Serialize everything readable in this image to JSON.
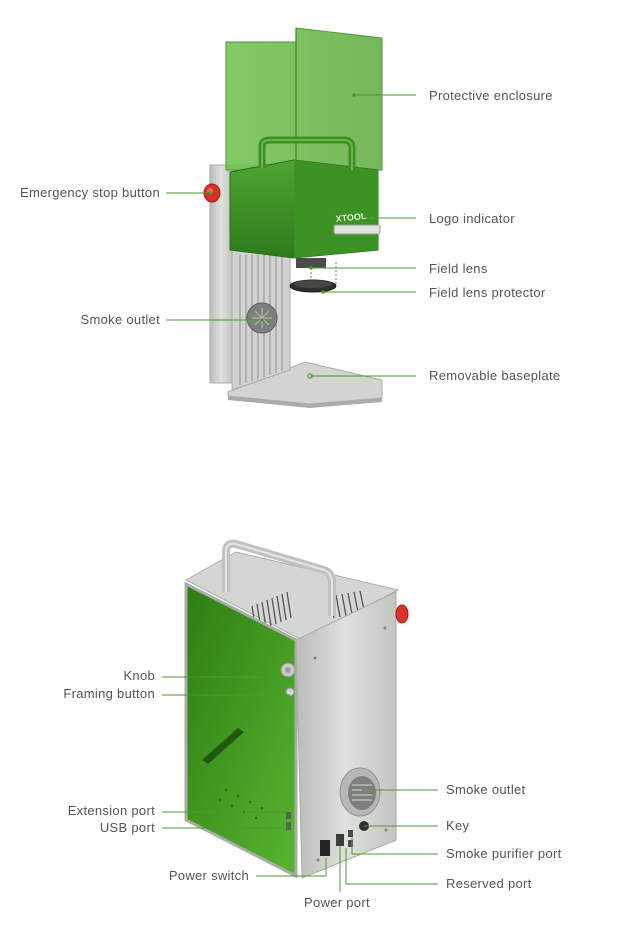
{
  "colors": {
    "accent_green": "#3f9a2c",
    "green_glass": "#5fb83e",
    "green_body": "#3d8b25",
    "metal": "#c9ccc8",
    "metal_dark": "#9da19c",
    "red_button": "#d8322a",
    "leader_line": "#4a9a2f",
    "label_text": "#555555"
  },
  "front_view": {
    "brand_logo": "XTOOL",
    "labels": {
      "protective_enclosure": "Protective enclosure",
      "emergency_stop": "Emergency stop button",
      "logo_indicator": "Logo indicator",
      "field_lens": "Field lens",
      "field_lens_protector": "Field lens protector",
      "smoke_outlet": "Smoke outlet",
      "removable_baseplate": "Removable baseplate"
    }
  },
  "back_view": {
    "labels": {
      "knob": "Knob",
      "framing_button": "Framing button",
      "extension_port": "Extension port",
      "usb_port": "USB port",
      "power_switch": "Power switch",
      "power_port": "Power port",
      "smoke_outlet": "Smoke outlet",
      "key": "Key",
      "smoke_purifier_port": "Smoke purifier port",
      "reserved_port": "Reserved port"
    }
  }
}
